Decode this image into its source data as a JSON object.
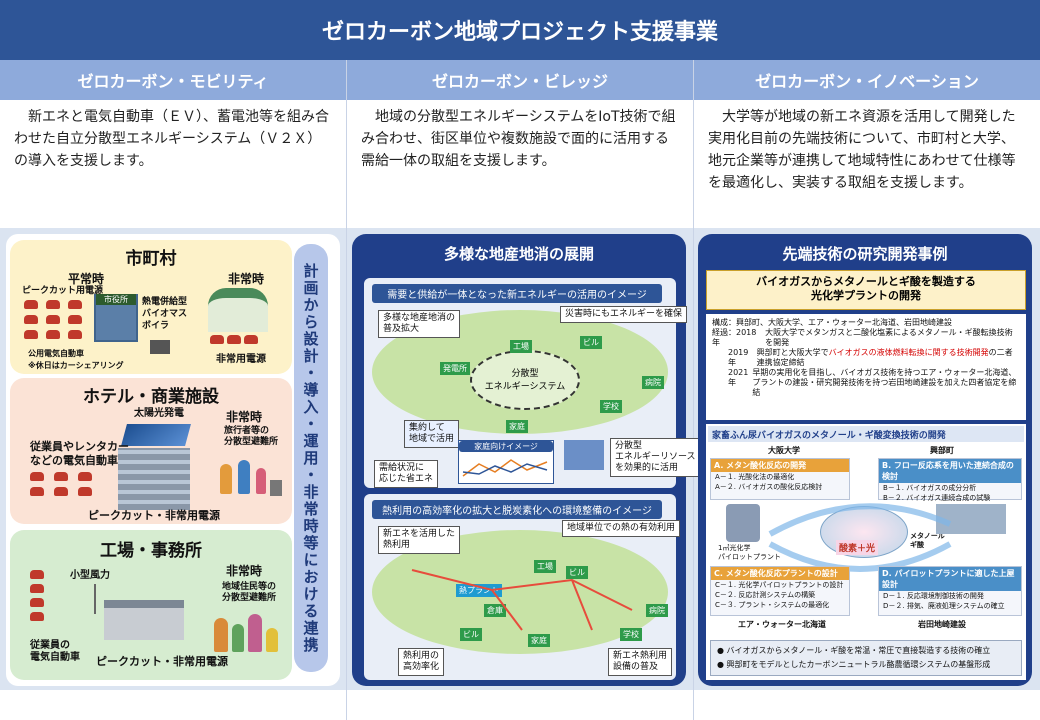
{
  "title": "ゼロカーボン地域プロジェクト支援事業",
  "columns": [
    {
      "heading": "ゼロカーボン・モビリティ",
      "desc": "新エネと電気自動車（ＥＶ）、蓄電池等を組み合わせた自立分散型エネルギーシステム（Ｖ２Ｘ）の導入を支援します。"
    },
    {
      "heading": "ゼロカーボン・ビレッジ",
      "desc": "地域の分散型エネルギーシステムをIoT技術で組み合わせ、街区単位や複数施設で面的に活用する需給一体の取組を支援します。"
    },
    {
      "heading": "ゼロカーボン・イノベーション",
      "desc": "大学等が地域の新エネ資源を活用して開発した実用化目前の先端技術について、市町村と大学、地元企業等が連携して地域特性にあわせて仕様等を最適化し、実装する取組を支援します。"
    }
  ],
  "mobility": {
    "vertical": "計画から設計・導入・運用・非常時等における連携",
    "muni": {
      "title": "市町村",
      "normal": "平常時",
      "emergency": "非常時",
      "peak_cut": "ピークカット用電源",
      "city_hall": "市役所",
      "boiler": "熱電併給型\nバイオマス\nボイラ",
      "public_ev": "公用電気自動車\n※休日はカーシェアリング",
      "emergency_power": "非常用電源"
    },
    "hotel": {
      "title": "ホテル・商業施設",
      "solar": "太陽光発電",
      "emergency": "非常時",
      "rental": "従業員やレンタカー\nなどの電気自動車",
      "evac": "旅行者等の\n分散型避難所",
      "peak": "ピークカット・非常用電源"
    },
    "factory": {
      "title": "工場・事務所",
      "emergency": "非常時",
      "wind": "小型風力",
      "residents": "地域住民等の\n分散型避難所",
      "employee": "従業員の\n電気自動車",
      "peak": "ピークカット・非常用電源"
    }
  },
  "village": {
    "title": "多様な地産地消の展開",
    "bar1": "需要と供給が一体となった新エネルギーの活用のイメージ",
    "bar2": "熱利用の高効率化の拡大と脱炭素化への環境整備のイメージ",
    "boxes": [
      "多様な地産地消の\n普及拡大",
      "災害時にもエネルギーを確保",
      "集約して\n地域で活用",
      "需給状況に\n応じた省エネ",
      "分散型\nエネルギーリソース\nを効果的に活用",
      "新エネを活用した\n熱利用",
      "地域単位での熱の有効利用",
      "熱利用の\n高効率化",
      "新エネ熱利用\n設備の普及"
    ],
    "ellipse": "分散型\nエネルギーシステム",
    "tags": [
      "工場",
      "ビル",
      "発電所",
      "病院",
      "学校",
      "家庭",
      "家庭向けイメージ",
      "工場",
      "ビル",
      "熱プラント",
      "倉庫",
      "病院",
      "ビル",
      "家庭",
      "学校"
    ]
  },
  "innovation": {
    "title": "先端技術の研究開発事例",
    "case_title": "バイオガスからメタノールとギ酸を製造する\n光化学プラントの開発",
    "comp": "構成：興部町、大阪大学、エア・ウォーター北海道、岩田地崎建設",
    "hist": [
      {
        "k": "経過：2018年",
        "v": "大阪大学でメタンガスと二酸化塩素によるメタノール・ギ酸転換技術を開発",
        "red": false
      },
      {
        "k": "2019年",
        "v": "興部町と大阪大学で",
        "v2": "バイオガスの液体燃料転換に関する技術開発",
        "v3": "の二者連携協定締結",
        "red": true
      },
      {
        "k": "2021年",
        "v": "早期の実用化を目指し、バイオガス技術を持つエア・ウォーター北海道、プラントの建設・研究開発技術を持つ岩田地崎建設を加えた四者協定を締結",
        "red": false
      }
    ],
    "diagram_title": "家畜ふん尿バイオガスのメタノール・ギ酸変換技術の開発",
    "osaka": "大阪大学",
    "okoppe": "興部町",
    "A": {
      "h": "A. メタン酸化反応の開発",
      "items": [
        "A－１. 光酸化法の最適化",
        "A－２. バイオガスの酸化反応検討"
      ]
    },
    "B": {
      "h": "B. フロー反応系を用いた連続合成の検討",
      "items": [
        "B－１. バイオガスの成分分析",
        "B－２. バイオガス連続合成の試験"
      ]
    },
    "C": {
      "h": "C. メタン酸化反応プラントの設計",
      "items": [
        "C－１. 光化学パイロットプラントの設計",
        "C－２. 反応計測システムの構築",
        "C－３. プラント・システムの最適化"
      ]
    },
    "D": {
      "h": "D. パイロットプラントに適した上屋設計",
      "items": [
        "D－１. 反応環境制御技術の開発",
        "D－２. 排気、廃液処理システムの確立"
      ]
    },
    "airwater": "エア・ウォーター北海道",
    "iwata": "岩田地崎建設",
    "center": "酸素＋光",
    "product": "メタノール\nギ酸",
    "pilot": "1㎥光化学\nパイロットプラント",
    "bullets": [
      "バイオガスからメタノール・ギ酸を常温・常圧で直接製造する技術の確立",
      "興部町をモデルとしたカーボンニュートラル酪農循環システムの基盤形成"
    ]
  },
  "colors": {
    "title_bg": "#2e5597",
    "head_bg": "#8eaadb",
    "panel_bg": "#dbe4f1",
    "navy": "#203f8a",
    "accent_red": "#d40000"
  }
}
